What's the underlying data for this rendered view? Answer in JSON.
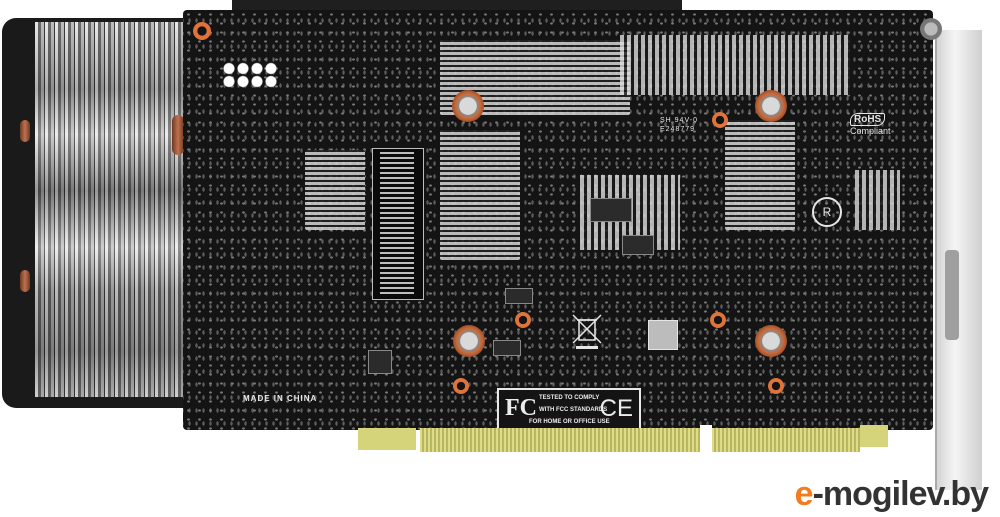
{
  "image": {
    "subject": "Graphics card PCB back side with heatsink",
    "background_color": "#ffffff"
  },
  "silkscreen": {
    "made_in": "MADE IN CHINA",
    "ul_mark": "SH 94V-0",
    "ul_number": "E248779",
    "rohs_label": "RoHS",
    "rohs_sub": "Compliant"
  },
  "fcc_label": {
    "fcc_logo": "FC",
    "line1": "TESTED TO COMPLY",
    "line2": "WITH FCC STANDARDS",
    "line3": "FOR HOME OR OFFICE USE",
    "ce_logo": "CE"
  },
  "weee_icon": "crossed-bin-icon",
  "watermark": {
    "prefix": "e",
    "rest": "-mogilev.by",
    "accent_color": "#f47c20",
    "text_color": "#333333"
  },
  "colors": {
    "pcb": "#141414",
    "screw_ring": "#e0733a",
    "gold_fingers": "#dedc86",
    "heatsink": "#bdbdbd"
  }
}
